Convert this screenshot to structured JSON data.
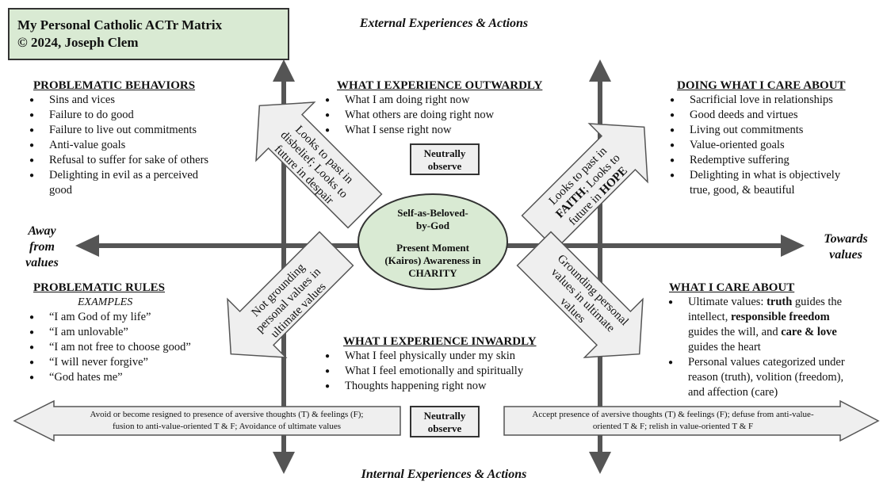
{
  "title": {
    "line1": "My Personal Catholic ACTr Matrix",
    "line2": "© 2024, Joseph Clem"
  },
  "axes": {
    "top": "External Experiences & Actions",
    "bottom": "Internal Experiences & Actions",
    "left_line1": "Away",
    "left_line2": "from",
    "left_line3": "values",
    "right_line1": "Towards",
    "right_line2": "values"
  },
  "quadrants": {
    "problematic_behaviors": {
      "heading": "PROBLEMATIC BEHAVIORS",
      "items": [
        "Sins and vices",
        "Failure to do good",
        "Failure to live out commitments",
        "Anti-value goals",
        "Refusal to suffer for sake of others",
        "Delighting in evil as a perceived good"
      ]
    },
    "experience_outwardly": {
      "heading": "WHAT I EXPERIENCE OUTWARDLY",
      "items": [
        "What I am doing right now",
        "What others are doing right now",
        "What I sense right now"
      ]
    },
    "doing_what_i_care_about": {
      "heading": "DOING WHAT I CARE ABOUT",
      "items": [
        "Sacrificial love in relationships",
        "Good deeds and virtues",
        "Living out commitments",
        "Value-oriented goals",
        "Redemptive suffering",
        "Delighting in what is objectively true, good, & beautiful"
      ]
    },
    "problematic_rules": {
      "heading": "PROBLEMATIC RULES",
      "subheading": "EXAMPLES",
      "items": [
        "“I am God of my life”",
        "“I am unlovable”",
        "“I am not free to choose good”",
        "“I will never forgive”",
        "“God hates me”"
      ]
    },
    "experience_inwardly": {
      "heading": "WHAT I EXPERIENCE INWARDLY",
      "items": [
        "What I feel physically under my skin",
        "What I feel emotionally and spiritually",
        "Thoughts happening right now"
      ]
    },
    "what_i_care_about": {
      "heading": "WHAT I CARE ABOUT",
      "item1_a": "Ultimate values: ",
      "item1_b": "truth",
      "item1_c": " guides the intellect, ",
      "item1_d": "responsible freedom",
      "item1_e": " guides the will, and ",
      "item1_f": "care & love",
      "item1_g": " guides the heart",
      "item2": "Personal values categorized under reason (truth), volition (freedom), and affection (care)"
    }
  },
  "neutral": {
    "top_line1": "Neutrally",
    "top_line2": "observe",
    "bottom_line1": "Neutrally",
    "bottom_line2": "observe"
  },
  "center": {
    "line1": "Self-as-Beloved-",
    "line2": "by-God",
    "line3": "Present Moment",
    "line4": "(Kairos) Awareness in",
    "line5": "CHARITY"
  },
  "diagonal_arrows": {
    "upper_left": {
      "line1": "Looks to past in",
      "line2": "disbelief; Looks to",
      "line3": "future in despair"
    },
    "upper_right": {
      "line1": "Looks to past in",
      "line2_a": "FAITH",
      "line2_b": "; Looks to",
      "line3_a": "future in ",
      "line3_b": "HOPE"
    },
    "lower_left": {
      "line1": "Not grounding",
      "line2": "personal values in",
      "line3": "ultimate values"
    },
    "lower_right": {
      "line1": "Grounding personal",
      "line2": "values in ultimate",
      "line3": "values"
    }
  },
  "bottom_bars": {
    "left_line1": "Avoid or become resigned to presence of aversive thoughts (T) & feelings (F);",
    "left_line2": "fusion to anti-value-oriented T & F; Avoidance of ultimate values",
    "right_line1": "Accept presence of aversive thoughts (T) & feelings (F); defuse from anti-value-",
    "right_line2": "oriented T & F; relish in value-oriented T & F"
  },
  "colors": {
    "line": "#555555",
    "arrow_fill": "#efefef",
    "oval_fill": "#d9ead3",
    "title_fill": "#d9ead3",
    "stroke": "#333333"
  }
}
